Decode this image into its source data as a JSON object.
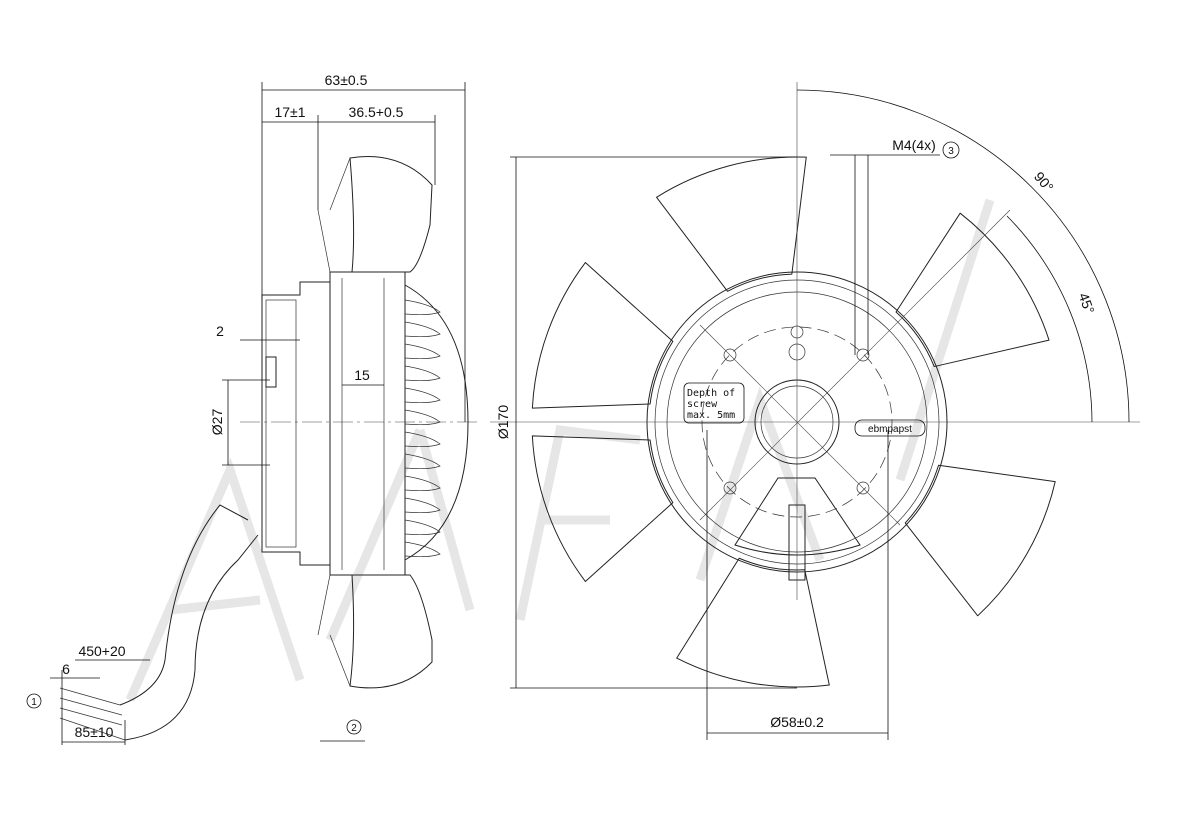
{
  "side_view": {
    "overall_width": "63±0.5",
    "hub_depth": "17±1",
    "rotor_depth": "36.5+0.5",
    "flange_gap": "2",
    "shaft_diameter": "Ø27",
    "rotor_gap": "15"
  },
  "cable": {
    "length": "450+20",
    "strip_length": "6",
    "sheath_length": "85±10",
    "callout_1": "1",
    "callout_2": "2"
  },
  "front_view": {
    "outer_diameter": "Ø170",
    "thread": "M4(4x)",
    "callout_3": "3",
    "angle_90": "90°",
    "angle_45": "45°",
    "note_line1": "Depth of",
    "note_line2": "screw",
    "note_line3": "max. 5mm",
    "brand": "ebmpapst",
    "bolt_circle": "Ø58±0.2"
  },
  "blade_angles_deg": [
    -105,
    -35,
    30,
    100,
    160,
    -160
  ]
}
